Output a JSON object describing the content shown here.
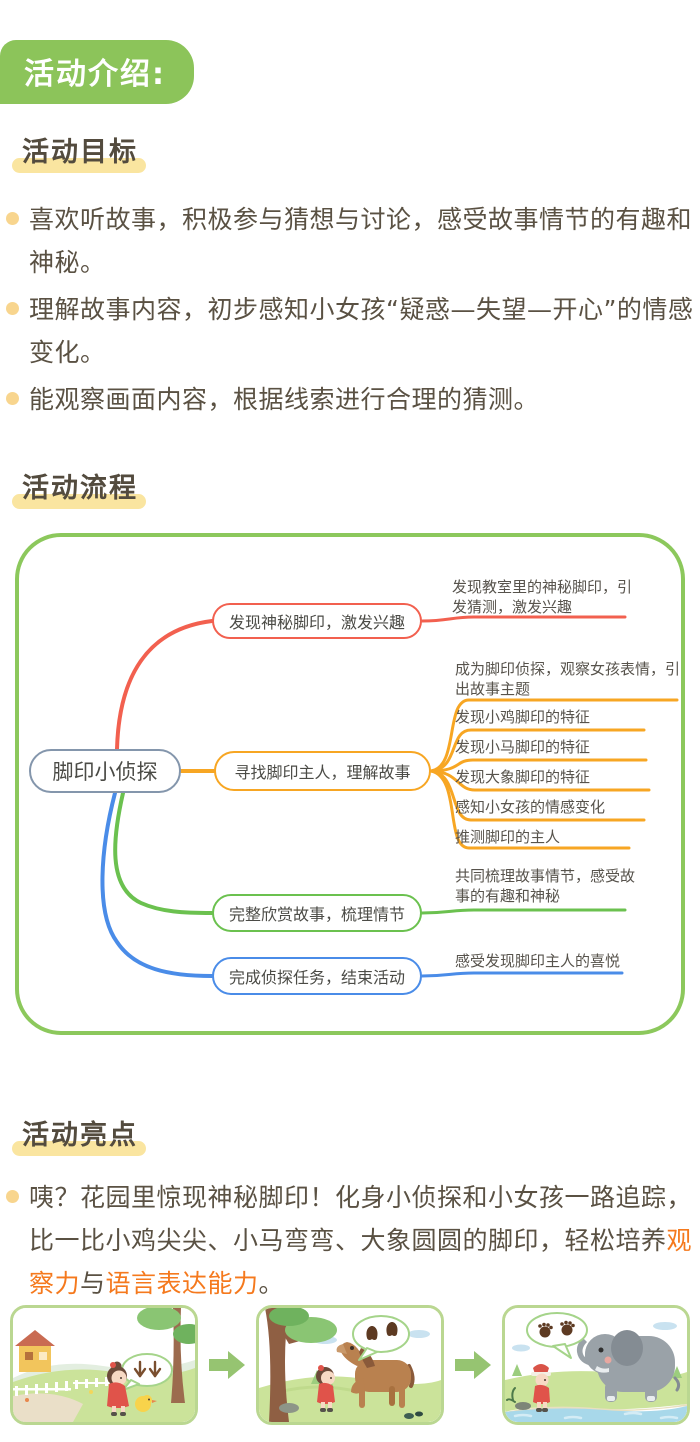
{
  "header": {
    "badge": "活动介绍:"
  },
  "colors": {
    "badge_green": "#8CC45A",
    "box_border_green": "#8CC85C",
    "title_highlight_yellow": "#FAE5A0",
    "bullet_orange": "#F8D58E",
    "accent_orange_text": "#F5791D",
    "branch_red": "#F2604F",
    "branch_orange": "#F7A623",
    "branch_green": "#6BC14F",
    "branch_blue": "#4A8CE8",
    "root_node_border": "#8496AC"
  },
  "sections": {
    "goals": {
      "title": "活动目标",
      "items": [
        "喜欢听故事，积极参与猜想与讨论，感受故事情节的有趣和神秘。",
        "理解故事内容，初步感知小女孩“疑惑—失望—开心”的情感变化。",
        "能观察画面内容，根据线索进行合理的猜测。"
      ]
    },
    "flow": {
      "title": "活动流程",
      "mindmap": {
        "root": "脚印小侦探",
        "branches": [
          {
            "label": "发现神秘脚印，激发兴趣",
            "color": "#F2604F",
            "leaves": [
              "发现教室里的神秘脚印，引发猜测，激发兴趣"
            ]
          },
          {
            "label": "寻找脚印主人，理解故事",
            "color": "#F7A623",
            "leaves": [
              "成为脚印侦探，观察女孩表情，引出故事主题",
              "发现小鸡脚印的特征",
              "发现小马脚印的特征",
              "发现大象脚印的特征",
              "感知小女孩的情感变化",
              "推测脚印的主人"
            ]
          },
          {
            "label": "完整欣赏故事，梳理情节",
            "color": "#6BC14F",
            "leaves": [
              "共同梳理故事情节，感受故事的有趣和神秘"
            ]
          },
          {
            "label": "完成侦探任务，结束活动",
            "color": "#4A8CE8",
            "leaves": [
              "感受发现脚印主人的喜悦"
            ]
          }
        ]
      }
    },
    "highlights": {
      "title": "活动亮点",
      "text_parts": {
        "p1": "咦？花园里惊现神秘脚印！化身小侦探和小女孩一路追踪，比一比小鸡尖尖、小马弯弯、大象圆圆的脚印，轻松培养",
        "hl1": "观察力",
        "p2": "与",
        "hl2": "语言表达能力",
        "p3": "。"
      }
    }
  },
  "footer": {
    "scenes": [
      {
        "icon": "girl-chick-footprints-scene"
      },
      {
        "icon": "girl-horse-footprints-scene"
      },
      {
        "icon": "girl-elephant-footprints-scene"
      }
    ],
    "arrow_icon": "arrow-right-icon"
  }
}
